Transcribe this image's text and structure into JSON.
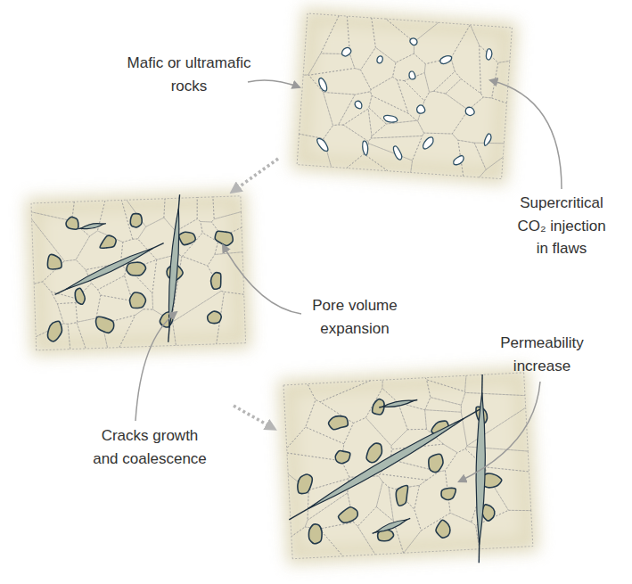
{
  "diagram": {
    "labels": [
      "Mafic or ultramafic rocks",
      "Supercritical CO₂ injection in flaws",
      "Pore volume expansion",
      "Cracks growth and coalescence",
      "Permeability increase"
    ]
  }
}
